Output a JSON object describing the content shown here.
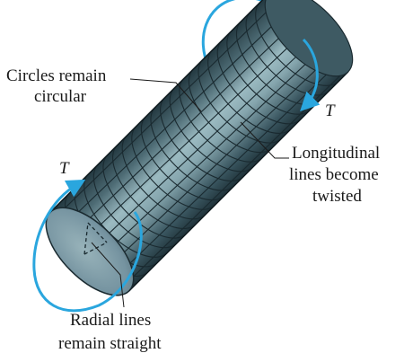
{
  "labels": {
    "circles_line1": "Circles remain",
    "circles_line2": "circular",
    "longitudinal_line1": "Longitudinal",
    "longitudinal_line2": "lines become",
    "longitudinal_line3": "twisted",
    "radial_line1": "Radial lines",
    "radial_line2": "remain straight",
    "torque_left": "T",
    "torque_right": "T"
  },
  "colors": {
    "torque_arrow": "#2aa6de",
    "shaft_dark": "#2f4750",
    "shaft_light": "#8fb0b8",
    "end_face": "#7c9aa3",
    "grid_lines": "#1a2a30"
  }
}
